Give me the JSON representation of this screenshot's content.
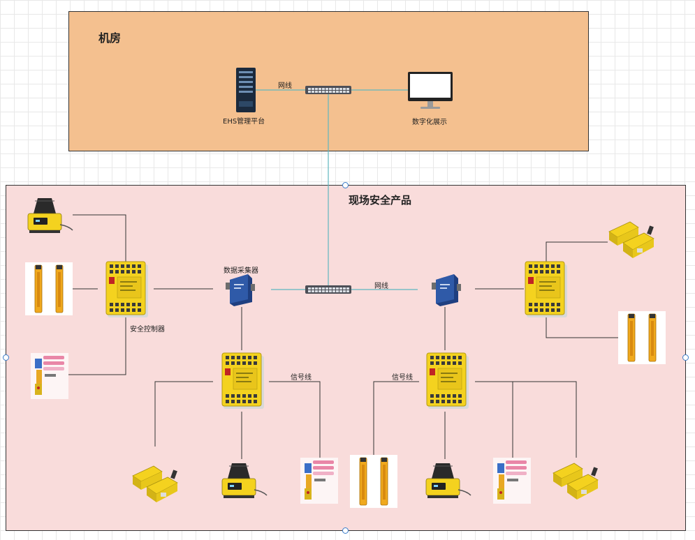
{
  "colors": {
    "machine_room_fill": "#f4c08f",
    "field_zone_fill": "#f9dcdb",
    "network_link": "#5fb6bf",
    "signal_link": "#333333",
    "device_yellow": "#f4d21f",
    "handle_blue": "#3b7cc9"
  },
  "machine_room": {
    "title": "机房",
    "server_label": "EHS管理平台",
    "monitor_label": "数字化展示",
    "network_label": "网线"
  },
  "field": {
    "title": "现场安全产品",
    "collector_label": "数据采集器",
    "controller_label": "安全控制器",
    "network_label": "网线",
    "signal_label_left": "信号线",
    "signal_label_right": "信号线"
  },
  "icons": [
    "server-icon",
    "network-switch-icon",
    "monitor-icon",
    "data-collector-icon",
    "safety-controller-icon",
    "laser-scanner-icon",
    "light-curtain-icon",
    "safety-switch-icon",
    "interlock-switch-icon"
  ]
}
